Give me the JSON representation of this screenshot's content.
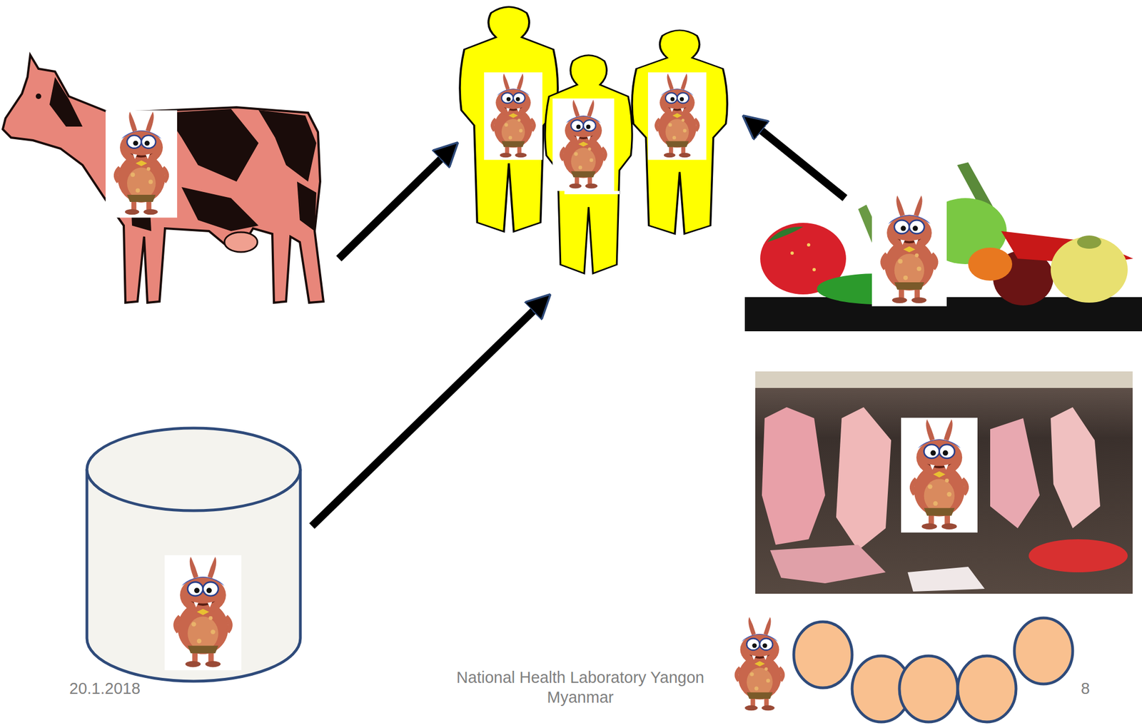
{
  "diagram": {
    "labels": [
      "20.1.2018",
      "National Health Laboratory Yangon Myanmar",
      "8"
    ]
  }
}
